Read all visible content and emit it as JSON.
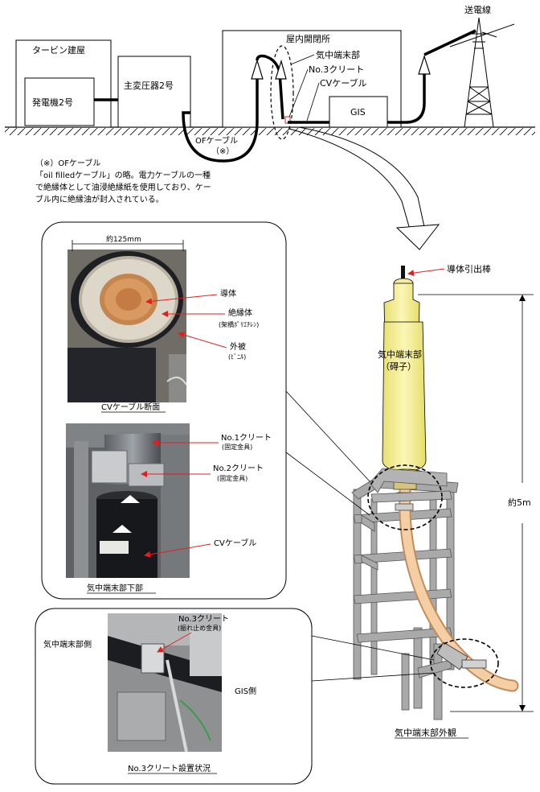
{
  "top": {
    "turbine_building": "タービン建屋",
    "generator": "発電機2号",
    "main_transformer": "主変圧器2号",
    "indoor_switchgear": "屋内開閉所",
    "sealing_end_label": "気中端末部",
    "cleat3_label": "No.3クリート",
    "cv_cable_label": "CVケーブル",
    "gis": "GIS",
    "transmission_line": "送電線",
    "of_cable": "OFケーブル",
    "of_cable_mark": "（※）"
  },
  "note": {
    "line1": "（※）OFケーブル",
    "line2": "「oil filledケーブル」の略。電力ケーブルの一種",
    "line3": "で絶縁体として油浸絶縁紙を使用しており、ケー",
    "line4": "ブル内に絶縁油が封入されている。"
  },
  "cross_section": {
    "dimension": "約125mm",
    "conductor": "導体",
    "insulator": "絶縁体",
    "insulator_sub": "(架橋ﾎﾟﾘｴﾁﾚﾝ)",
    "sheath": "外被",
    "sheath_sub": "(ﾋﾞﾆﾙ)",
    "caption": "CVケーブル断面"
  },
  "lower_part": {
    "cleat1": "No.1クリート",
    "cleat1_sub": "(固定金具)",
    "cleat2": "No.2クリート",
    "cleat2_sub": "(固定金具)",
    "cv_cable": "CVケーブル",
    "caption": "気中端末部下部"
  },
  "cleat3_photo": {
    "cleat3": "No.3クリート",
    "cleat3_sub": "(振れ止め金具)",
    "sealing_side": "気中端末部側",
    "gis_side": "GIS側",
    "caption": "No.3クリート設置状況"
  },
  "exterior": {
    "conductor_rod": "導体引出棒",
    "sealing_end": "気中端末部",
    "sealing_end_sub": "（碍子）",
    "height": "約5m",
    "caption": "気中端末部外観"
  },
  "colors": {
    "insulator_yellow": "#f2ec96",
    "cable_orange": "#f2c79c",
    "arrow_red": "#e02020",
    "frame_gray": "#9a9a9a"
  }
}
